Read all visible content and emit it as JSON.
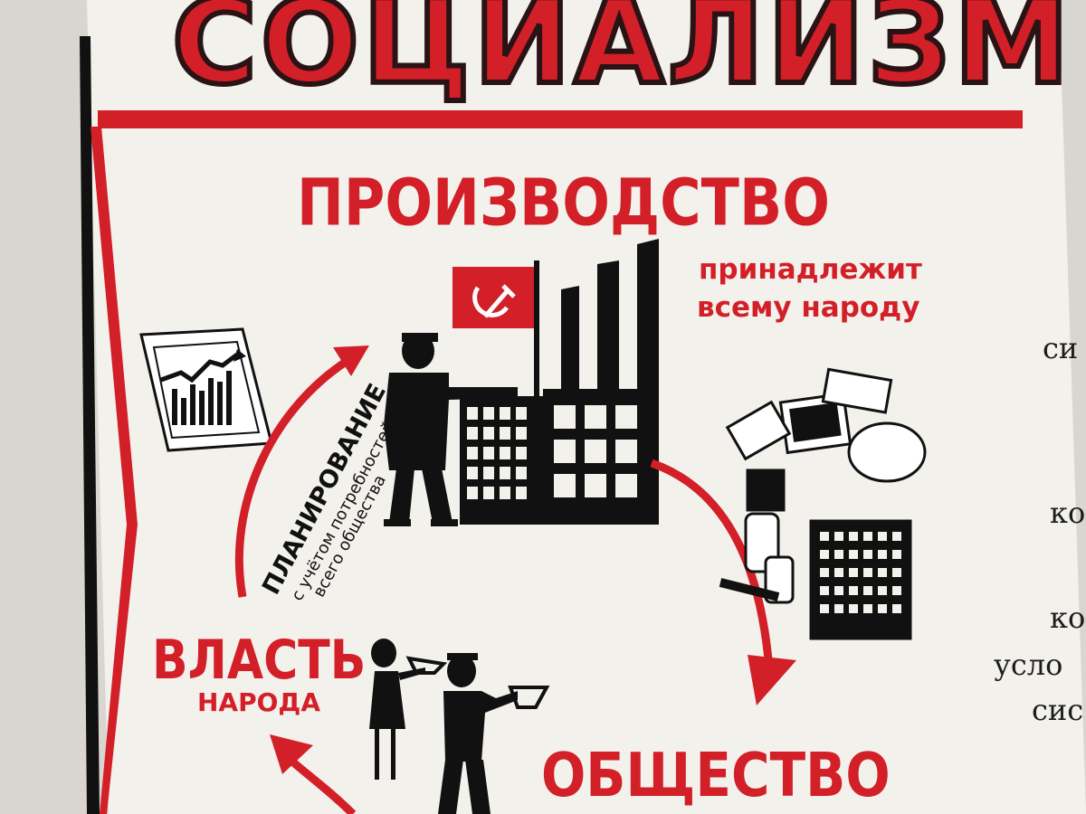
{
  "poster": {
    "title": "СОЦИАЛИЗМ",
    "production": {
      "heading": "ПРОИЗВОДСТВО",
      "caption_line1": "принадлежит",
      "caption_line2": "всему народу"
    },
    "planning": {
      "heading": "ПЛАНИРОВАНИЕ",
      "subtitle_line1": "с учётом потребностей",
      "subtitle_line2": "всего общества"
    },
    "power": {
      "heading": "ВЛАСТЬ",
      "subheading": "НАРОДА"
    },
    "society": {
      "heading": "ОБЩЕСТВО"
    }
  },
  "side_text": [
    "си",
    "ко",
    "ко",
    "усло",
    "сис"
  ],
  "icons": [
    "hammer-sickle-icon",
    "growth-chart-icon"
  ],
  "colors": {
    "accent_red": "#d31f27",
    "ink": "#111111",
    "paper": "#f3f1ec",
    "screen_bezel": "#d9d6cf"
  }
}
